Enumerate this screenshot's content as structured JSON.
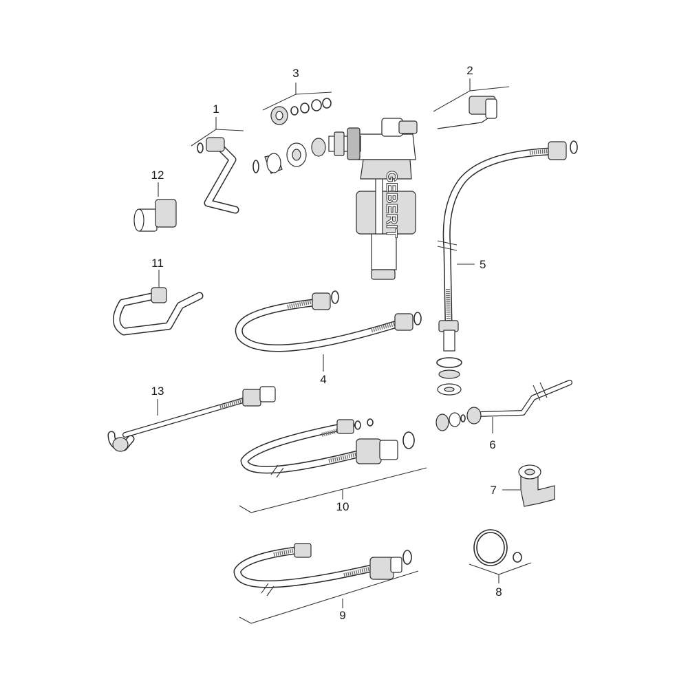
{
  "callouts": {
    "c1": "1",
    "c2": "2",
    "c3": "3",
    "c4": "4",
    "c5": "5",
    "c6": "6",
    "c7": "7",
    "c8": "8",
    "c9": "9",
    "c10": "10",
    "c11": "11",
    "c12": "12",
    "c13": "13"
  },
  "brand": {
    "logo_text": "GEBERIT"
  }
}
